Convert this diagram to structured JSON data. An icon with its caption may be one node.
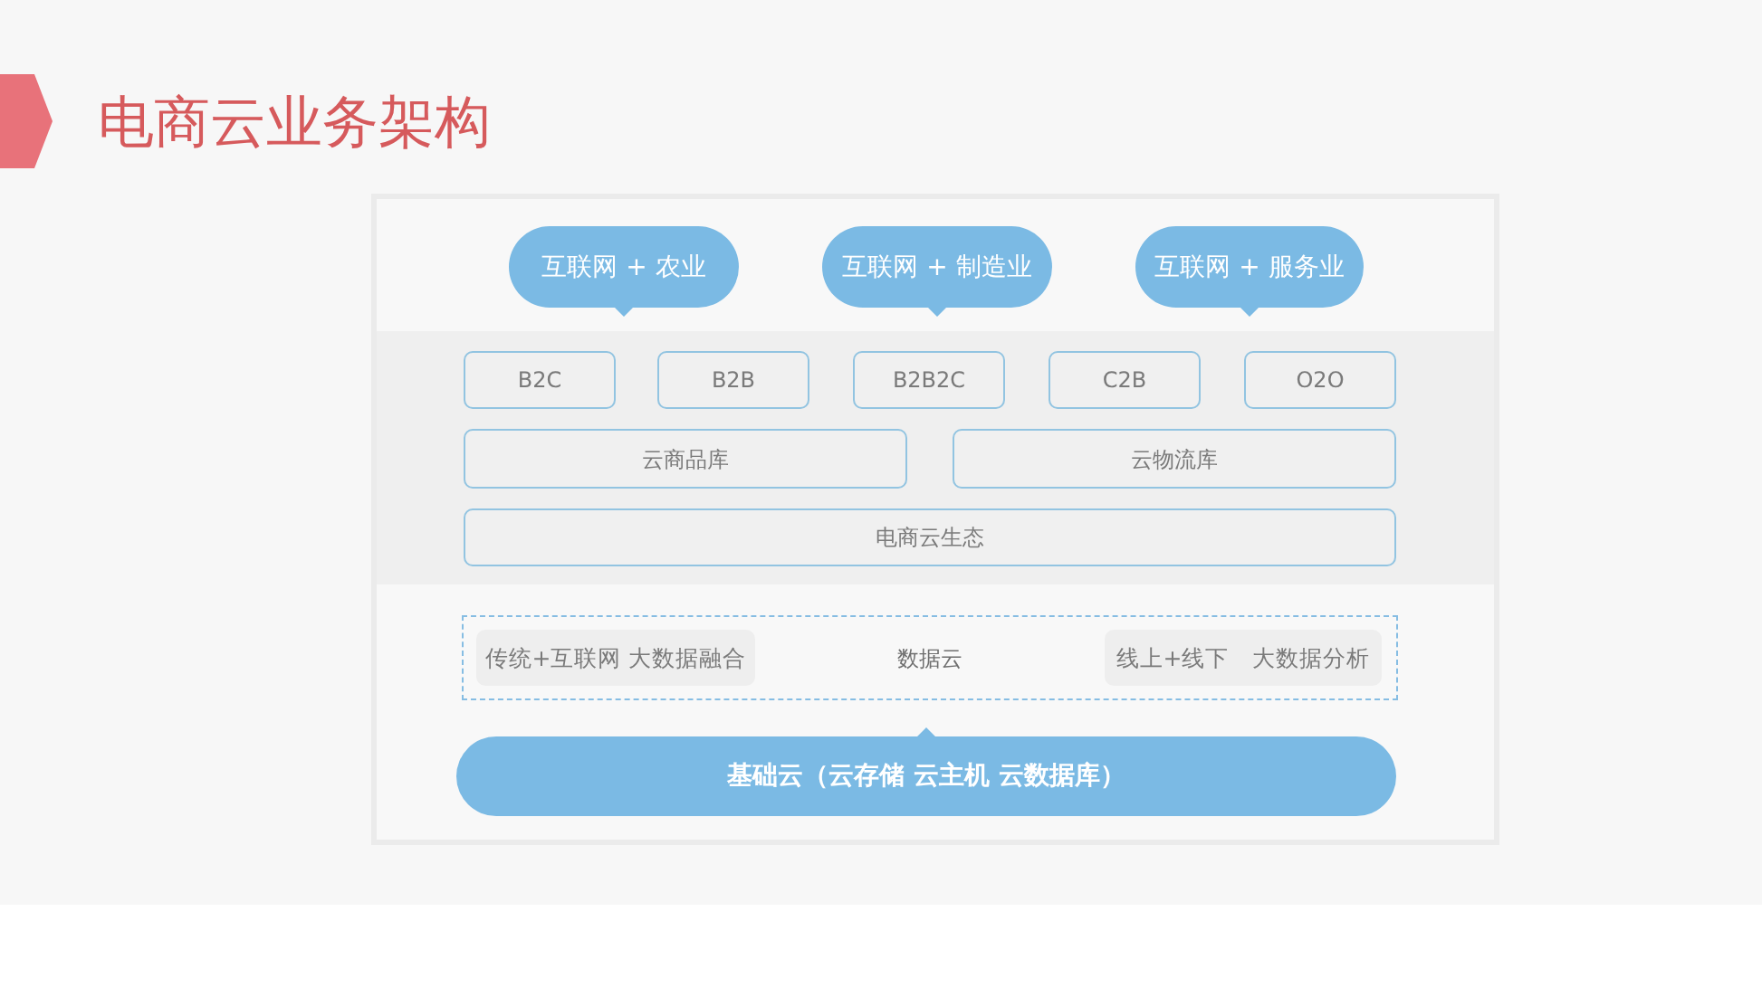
{
  "diagram": {
    "title": "电商云业务架构",
    "nodes": [
      {
        "text": [
          "互联网 + 农业"
        ]
      },
      {
        "text": [
          "互联网 + 制造业"
        ]
      },
      {
        "text": [
          "互联网 + 服务业"
        ]
      },
      {
        "text": [
          "B2C"
        ]
      },
      {
        "text": [
          "B2B"
        ]
      },
      {
        "text": [
          "B2B2C"
        ]
      },
      {
        "text": [
          "C2B"
        ]
      },
      {
        "text": [
          "O2O"
        ]
      },
      {
        "text": [
          "云商品库"
        ]
      },
      {
        "text": [
          "云物流库"
        ]
      },
      {
        "text": [
          "电商云生态"
        ]
      },
      {
        "text": [
          "数据云"
        ]
      },
      {
        "text": [
          "传统+互联网 大数据融合"
        ],
        "in": 11
      },
      {
        "text": [
          "线上+线下 大数据分析"
        ],
        "in": 11
      },
      {
        "text": [
          "基础云（云存储 云主机 云数据库）"
        ]
      }
    ]
  }
}
